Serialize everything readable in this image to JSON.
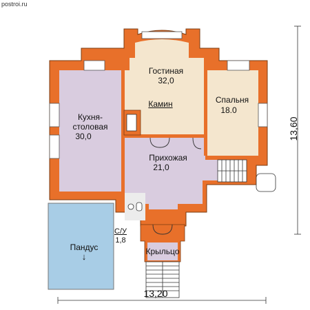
{
  "site": "postroi.ru",
  "rooms": {
    "living": {
      "name": "Гостиная",
      "area": "32,0"
    },
    "bedroom": {
      "name": "Спальня",
      "area": "18.0"
    },
    "kitchen": {
      "name_line1": "Кухня-",
      "name_line2": "столовая",
      "area": "30,0"
    },
    "fireplace": {
      "name": "Камин"
    },
    "hall": {
      "name": "Прихожая",
      "area": "21,0"
    },
    "wc": {
      "name": "С/У",
      "area": "1,8"
    },
    "ramp": {
      "name": "Пандус",
      "arrow": "↓"
    },
    "porch": {
      "name": "Крыльцо"
    }
  },
  "dimensions": {
    "width": "13,20",
    "depth": "13,60"
  },
  "colors": {
    "wall": "#E8702A",
    "kitchen": "#D9CCDF",
    "living": "#F4E6CE",
    "bedroom": "#F4E6CE",
    "hall": "#D9CCDF",
    "ramp": "#A8CDE6"
  }
}
